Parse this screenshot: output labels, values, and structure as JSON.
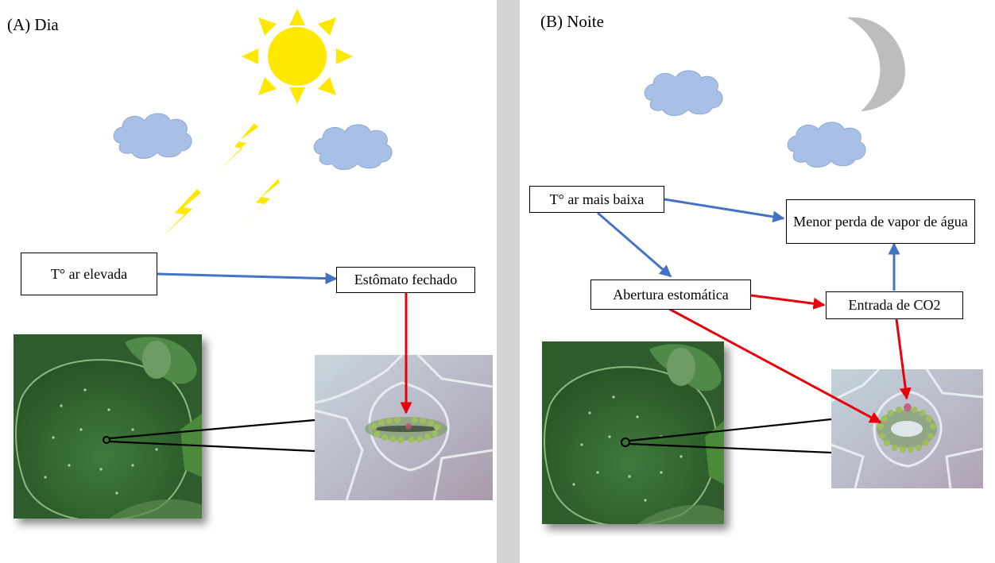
{
  "panels": {
    "day": {
      "title": "(A) Dia",
      "box_temperature": "T° ar elevada",
      "box_stomata": "Estômato fechado"
    },
    "night": {
      "title": "(B) Noite",
      "box_temperature": "T° ar mais baixa",
      "box_water_loss": "Menor perda de vapor de água",
      "box_opening": "Abertura estomática",
      "box_co2": "Entrada de CO2"
    }
  },
  "colors": {
    "blue_arrow": "#4472c4",
    "red_arrow": "#e8000b",
    "sun": "#ffe800",
    "lightning": "#ffe800",
    "cloud": "#a9c0e6",
    "moon": "#bdbdbd",
    "divider": "#d4d4d4"
  },
  "icons": [
    "sun-icon",
    "cloud-icon",
    "lightning-icon",
    "moon-icon"
  ]
}
